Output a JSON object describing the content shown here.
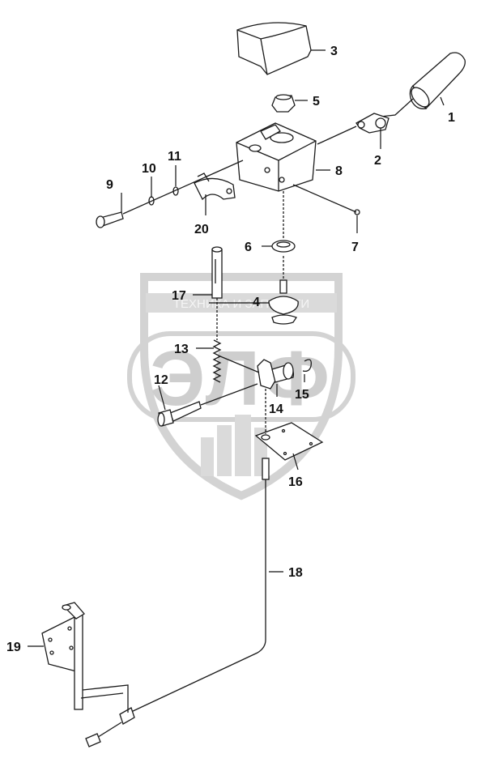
{
  "watermark": {
    "tagline": "ТЕХНИКА И ЗАПЧАСТИ",
    "logo_letters": "ЭЛФ"
  },
  "callouts": {
    "c1": "1",
    "c2": "2",
    "c3": "3",
    "c4": "4",
    "c5": "5",
    "c6": "6",
    "c7": "7",
    "c8": "8",
    "c9": "9",
    "c10": "10",
    "c11": "11",
    "c12": "12",
    "c13": "13",
    "c14": "14",
    "c15": "15",
    "c16": "16",
    "c17": "17",
    "c18": "18",
    "c19": "19",
    "c20": "20"
  },
  "colors": {
    "line": "#1a1a1a",
    "watermark": "#d4d4d4"
  }
}
